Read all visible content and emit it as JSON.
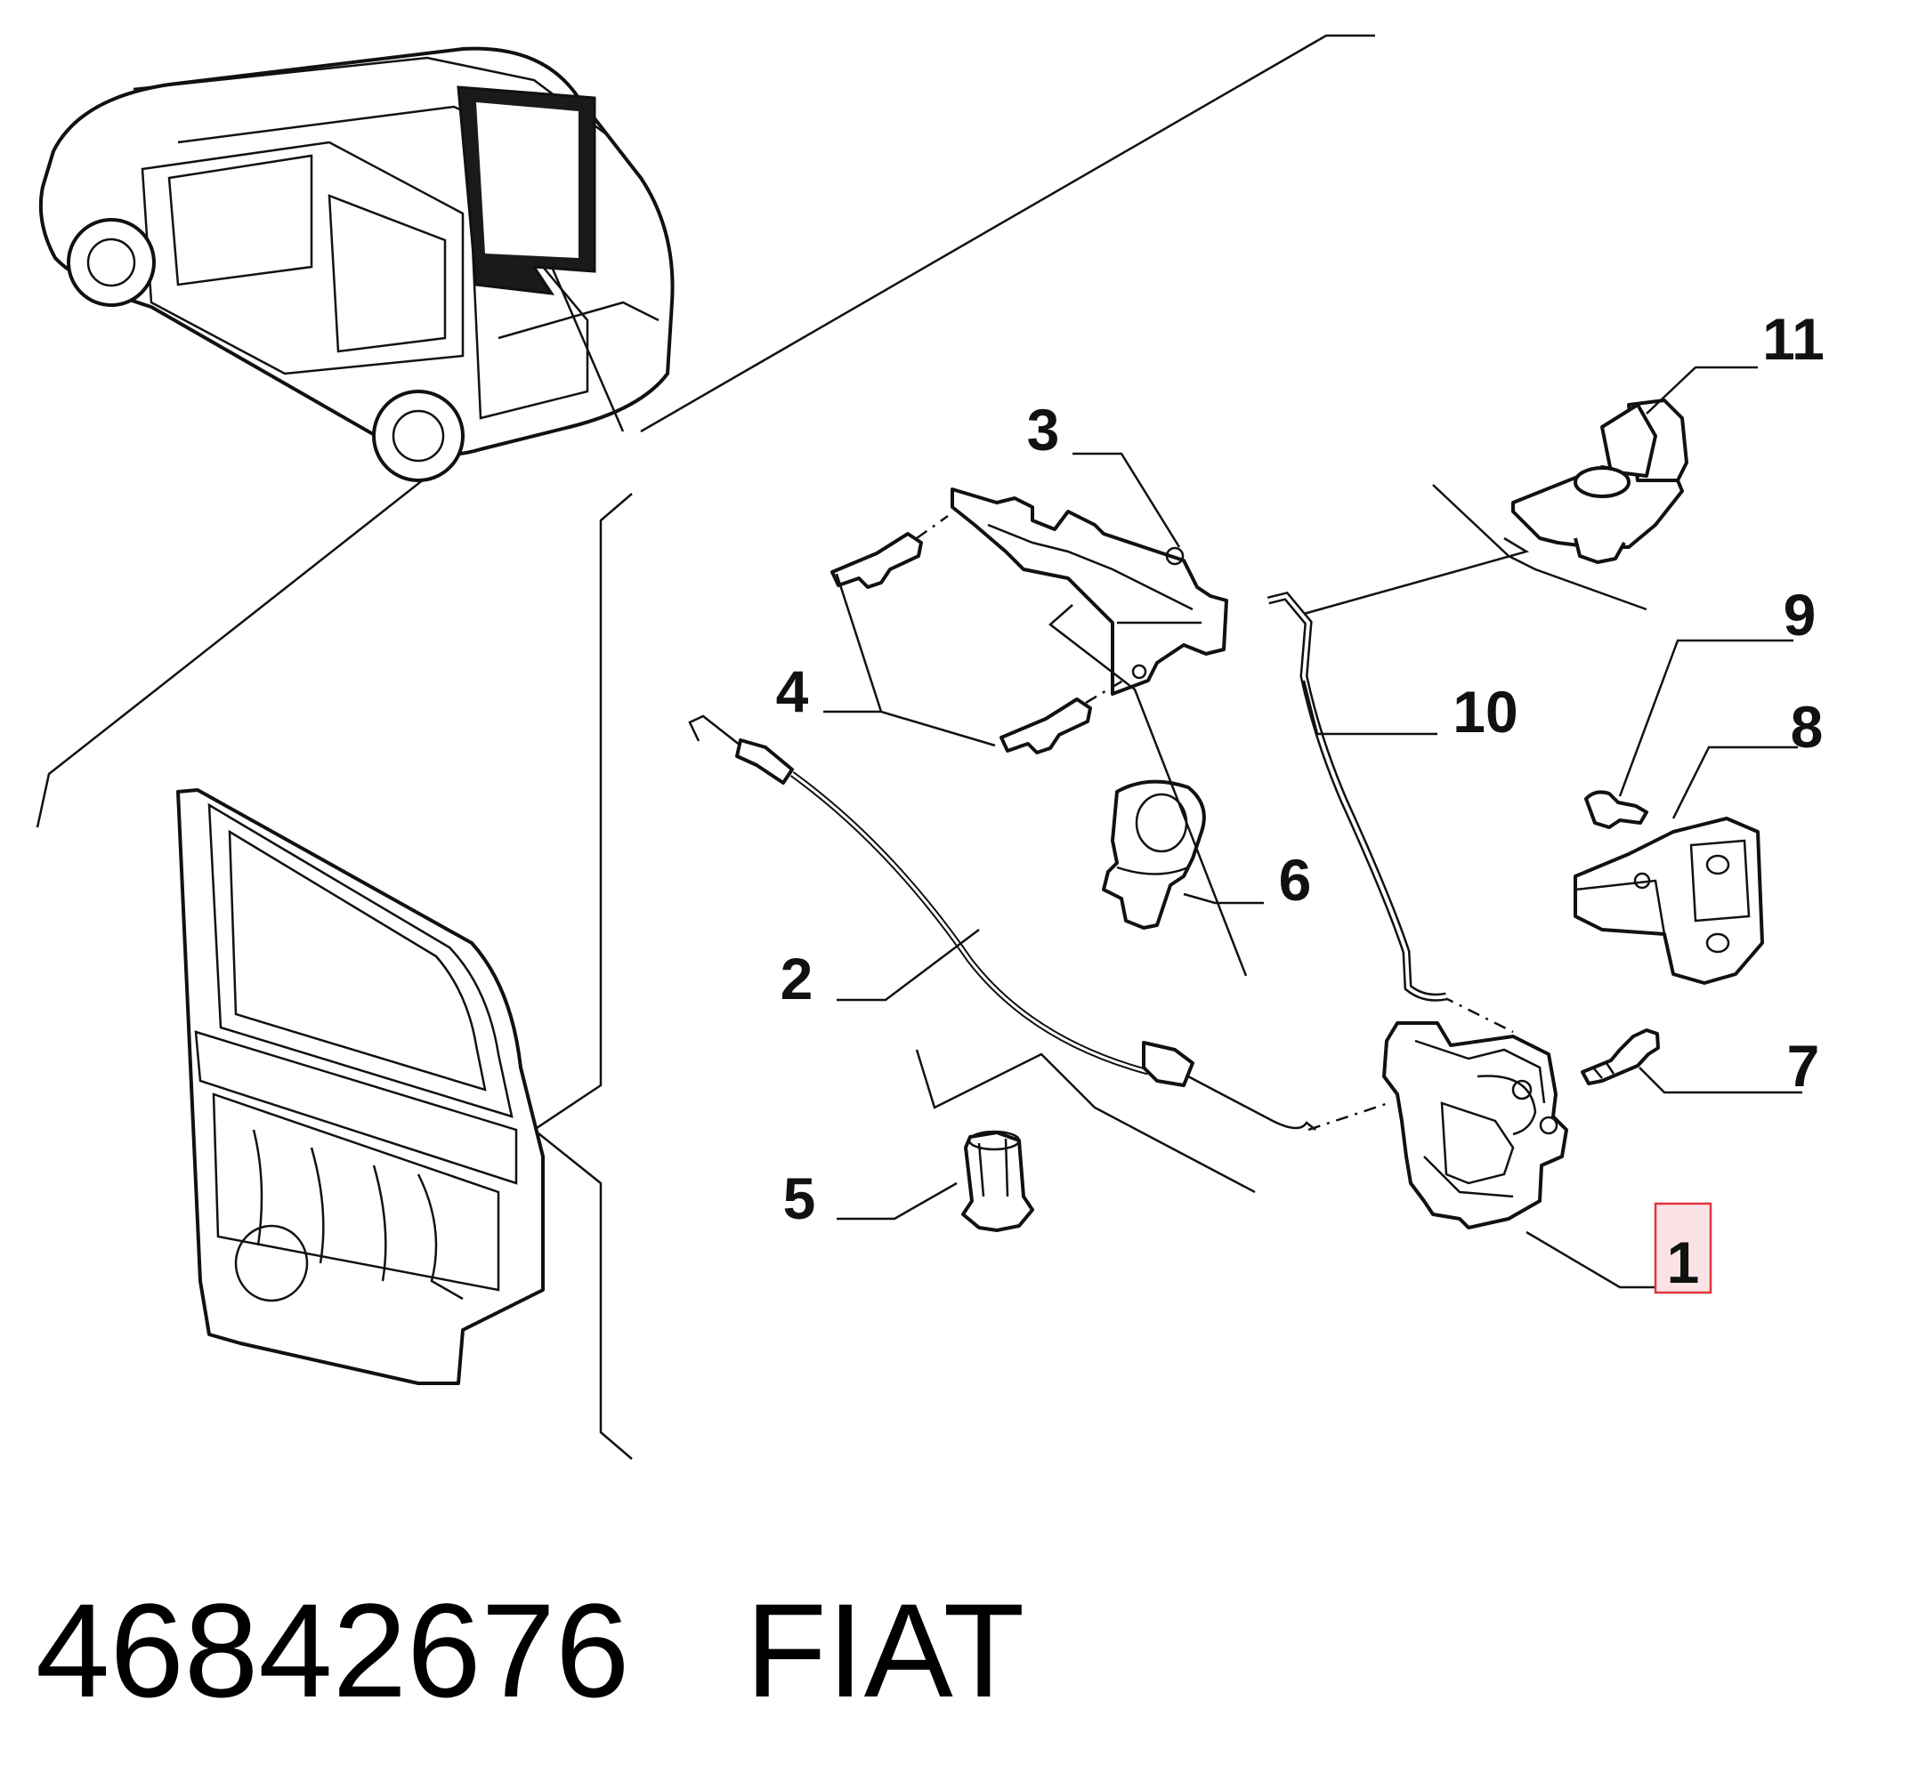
{
  "diagram": {
    "callouts": [
      {
        "id": "1",
        "label": "1",
        "highlighted": true
      },
      {
        "id": "2",
        "label": "2"
      },
      {
        "id": "3",
        "label": "3"
      },
      {
        "id": "4",
        "label": "4"
      },
      {
        "id": "5",
        "label": "5"
      },
      {
        "id": "6",
        "label": "6"
      },
      {
        "id": "7",
        "label": "7"
      },
      {
        "id": "8",
        "label": "8"
      },
      {
        "id": "9",
        "label": "9"
      },
      {
        "id": "10",
        "label": "10"
      },
      {
        "id": "11",
        "label": "11"
      }
    ],
    "highlight_color": "#e0353e",
    "highlight_fill": "#fbe3e5"
  },
  "caption": {
    "part_number": "46842676",
    "brand": "FIAT"
  }
}
